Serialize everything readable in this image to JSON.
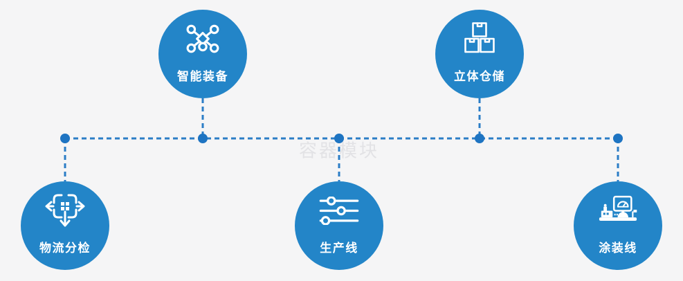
{
  "watermark": {
    "text": "容器模块"
  },
  "diagram": {
    "nodes": [
      {
        "id": "smart-equipment",
        "label": "智能装备",
        "icon": "network-nodes-icon"
      },
      {
        "id": "warehouse",
        "label": "立体仓储",
        "icon": "stacked-boxes-icon"
      },
      {
        "id": "logistics-sorting",
        "label": "物流分检",
        "icon": "sort-dispatch-icon"
      },
      {
        "id": "production-line",
        "label": "生产线",
        "icon": "sliders-icon"
      },
      {
        "id": "painting-line",
        "label": "涂装线",
        "icon": "machine-console-icon"
      }
    ],
    "colors": {
      "background": "#f5f5f6",
      "circle": "#2385c8",
      "connector": "#2b7dc6",
      "dot": "#1e74c2",
      "label": "#ffffff",
      "watermark": "#e2e2e5"
    }
  }
}
